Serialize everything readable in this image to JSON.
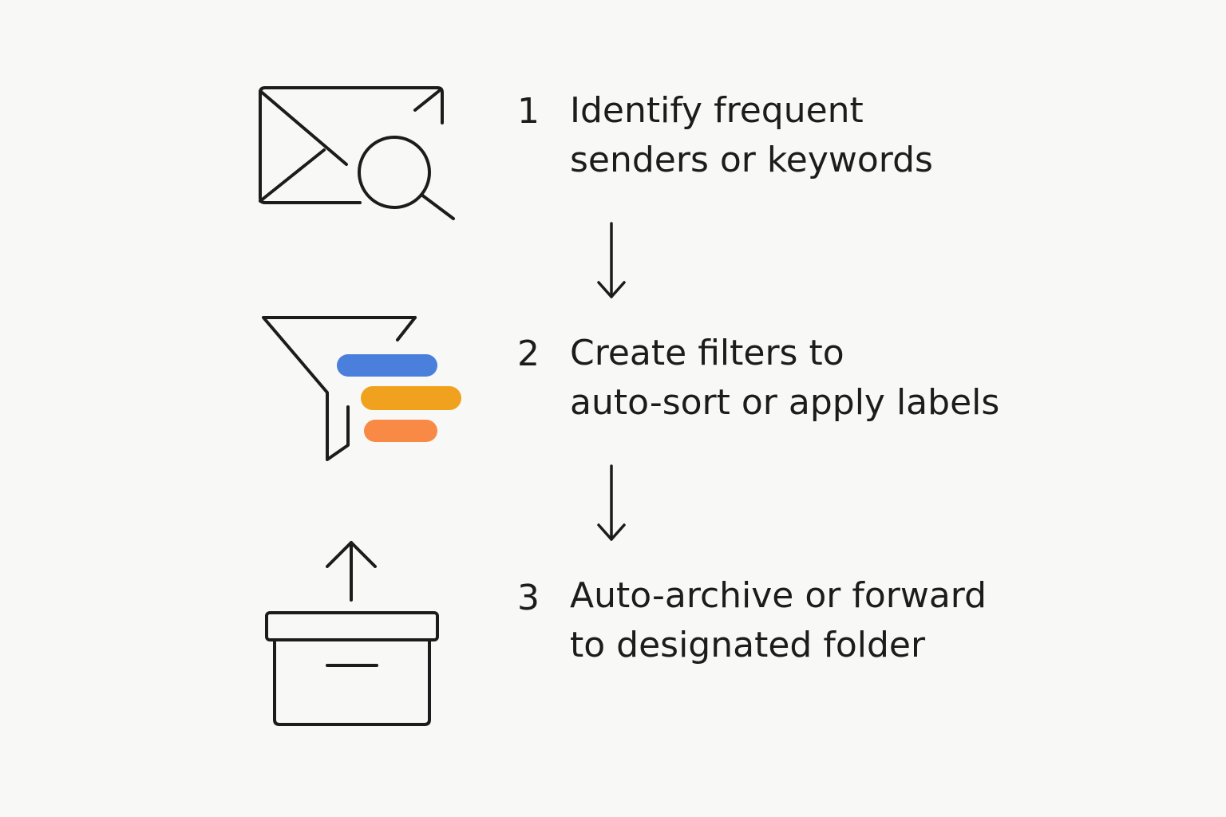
{
  "steps": [
    {
      "number": "1",
      "line1": "Identify frequent",
      "line2": "senders or keywords",
      "icon": "envelope-search-icon"
    },
    {
      "number": "2",
      "line1": "Create filters to",
      "line2": "auto-sort or apply labels",
      "icon": "filter-labels-icon"
    },
    {
      "number": "3",
      "line1": "Auto-archive or forward",
      "line2": "to designated folder",
      "icon": "archive-box-upload-icon"
    }
  ],
  "colors": {
    "stroke": "#1c1c1c",
    "label_blue": "#4a7fdb",
    "label_yellow": "#f0a21e",
    "label_orange": "#f88a45",
    "background": "#f8f8f7"
  }
}
